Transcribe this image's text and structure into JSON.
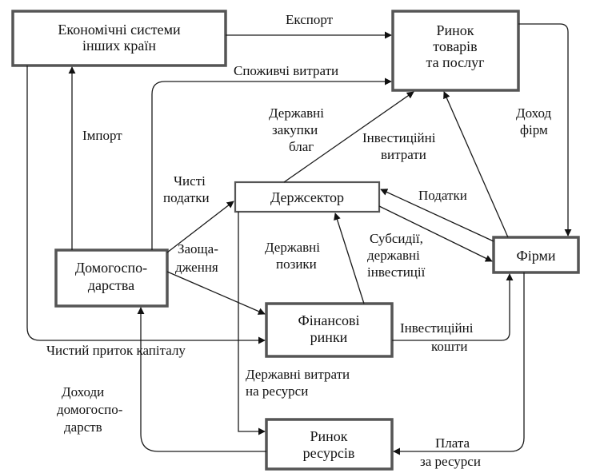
{
  "nodes": {
    "foreign": {
      "line1": "Економічні системи",
      "line2": "інших країн"
    },
    "goods_market": {
      "line1": "Ринок",
      "line2": "товарів",
      "line3": "та послуг"
    },
    "government": {
      "label": "Держсектор"
    },
    "households": {
      "line1": "Домогоспо-",
      "line2": "дарства"
    },
    "firms": {
      "label": "Фірми"
    },
    "financial_markets": {
      "line1": "Фінансові",
      "line2": "ринки"
    },
    "resource_market": {
      "line1": "Ринок",
      "line2": "ресурсів"
    }
  },
  "flows": {
    "export": "Експорт",
    "consumer_spending": "Споживчі витрати",
    "import": "Імпорт",
    "gov_purchases": {
      "line1": "Державні",
      "line2": "закупки",
      "line3": "благ"
    },
    "investment_spending": {
      "line1": "Інвестиційні",
      "line2": "витрати"
    },
    "firm_revenue": {
      "line1": "Доход",
      "line2": "фірм"
    },
    "net_taxes": {
      "line1": "Чисті",
      "line2": "податки"
    },
    "taxes": "Податки",
    "gov_borrowing": {
      "line1": "Державні",
      "line2": "позики"
    },
    "subsidies": {
      "line1": "Субсидії,",
      "line2": "державні",
      "line3": "інвестиції"
    },
    "savings": {
      "line1": "Заоща-",
      "line2": "дження"
    },
    "investment_funds": {
      "line1": "Інвестиційні",
      "line2": "кошти"
    },
    "net_capital_inflow": "Чистий приток капіталу",
    "gov_resource_spending": {
      "line1": "Державні витрати",
      "line2": "на ресурси"
    },
    "household_income": {
      "line1": "Доходи",
      "line2": "домогоспо-",
      "line3": "дарств"
    },
    "resource_payment": {
      "line1": "Плата",
      "line2": "за ресурси"
    }
  }
}
